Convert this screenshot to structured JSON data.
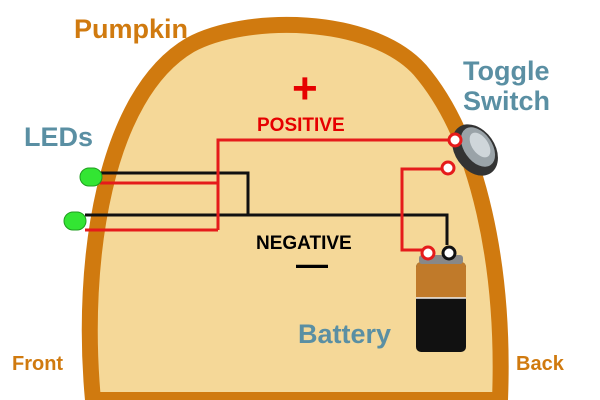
{
  "labels": {
    "pumpkin": "Pumpkin",
    "toggle_line1": "Toggle",
    "toggle_line2": "Switch",
    "leds": "LEDs",
    "positive": "POSITIVE",
    "plus_sign": "+",
    "negative": "NEGATIVE",
    "minus_sign": "—",
    "battery": "Battery",
    "front": "Front",
    "back": "Back"
  },
  "colors": {
    "pumpkin_rim": "#D07A0F",
    "pumpkin_fill": "#F5D898",
    "pumpkin_label": "#D07A0F",
    "component_label": "#5A8FA3",
    "positive": "#E60000",
    "negative": "#000000",
    "wire_black": "#111111",
    "wire_red": "#E51B1B",
    "led": "#33E533",
    "battery_cap": "#C07A2A",
    "battery_body": "#111111"
  },
  "icons": {
    "led": "led-icon",
    "toggle_switch": "toggle-switch-icon",
    "battery": "battery-icon"
  }
}
